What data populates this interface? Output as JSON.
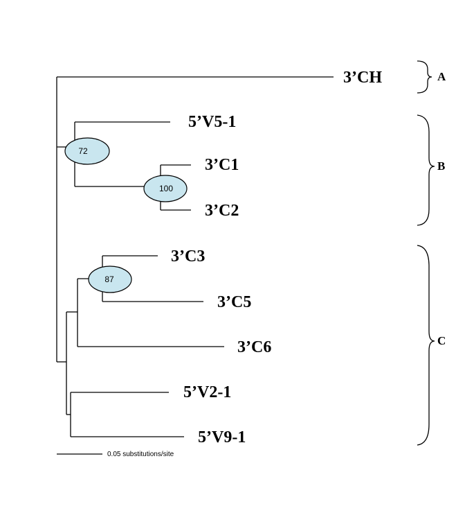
{
  "taxa": {
    "ch": "3’CH",
    "v5_1": "5’V5-1",
    "c1": "3’C1",
    "c2": "3’C2",
    "c3": "3’C3",
    "c5": "3’C5",
    "c6": "3’C6",
    "v2_1": "5’V2-1",
    "v9_1": "5’V9-1"
  },
  "bootstrap": {
    "b72": "72",
    "b100": "100",
    "b87": "87"
  },
  "clades": {
    "a": "A",
    "b": "B",
    "c": "C"
  },
  "scale": {
    "label": "0.05 substitutions/site"
  },
  "colors": {
    "bootstrap_fill": "#c9e6ef",
    "line": "#000000"
  }
}
